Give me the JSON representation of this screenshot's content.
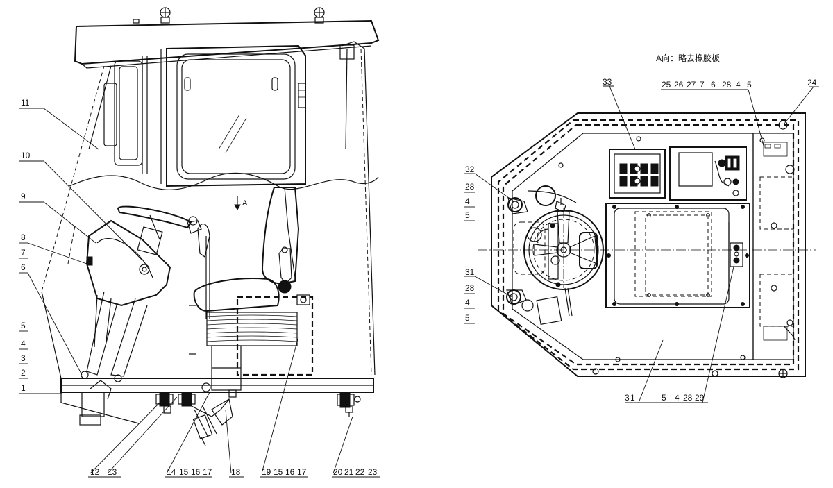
{
  "view_a_caption": "A向：略去橡胶板",
  "section_marker": "A",
  "left_labels": {
    "l11": "11",
    "l10": "10",
    "l9": "9",
    "l8": "8",
    "l7": "7",
    "l6": "6",
    "l5": "5",
    "l4": "4",
    "l3": "3",
    "l2": "2",
    "l1": "1"
  },
  "bottom_labels": {
    "b12": "12",
    "b13": "13",
    "b14": "14",
    "b15": "15",
    "b16": "16",
    "b17": "17",
    "b18": "18",
    "b19": "19",
    "b15b": "15",
    "b16b": "16",
    "b17b": "17",
    "b20": "20",
    "b21": "21",
    "b22": "22",
    "b23": "23"
  },
  "right_top_labels": {
    "t33": "33",
    "t25": "25",
    "t26": "26",
    "t27": "27",
    "t7": "7",
    "t6": "6",
    "t28": "28",
    "t4": "4",
    "t5": "5",
    "t24": "24"
  },
  "right_side_labels": {
    "s32": "32",
    "s28a": "28",
    "s4a": "4",
    "s5a": "5",
    "s31": "31",
    "s28b": "28",
    "s4b": "4",
    "s5b": "5"
  },
  "right_bottom_labels": {
    "r3": "3",
    "r1": "1",
    "r5": "5",
    "r4": "4",
    "r28": "28",
    "r29": "29"
  }
}
